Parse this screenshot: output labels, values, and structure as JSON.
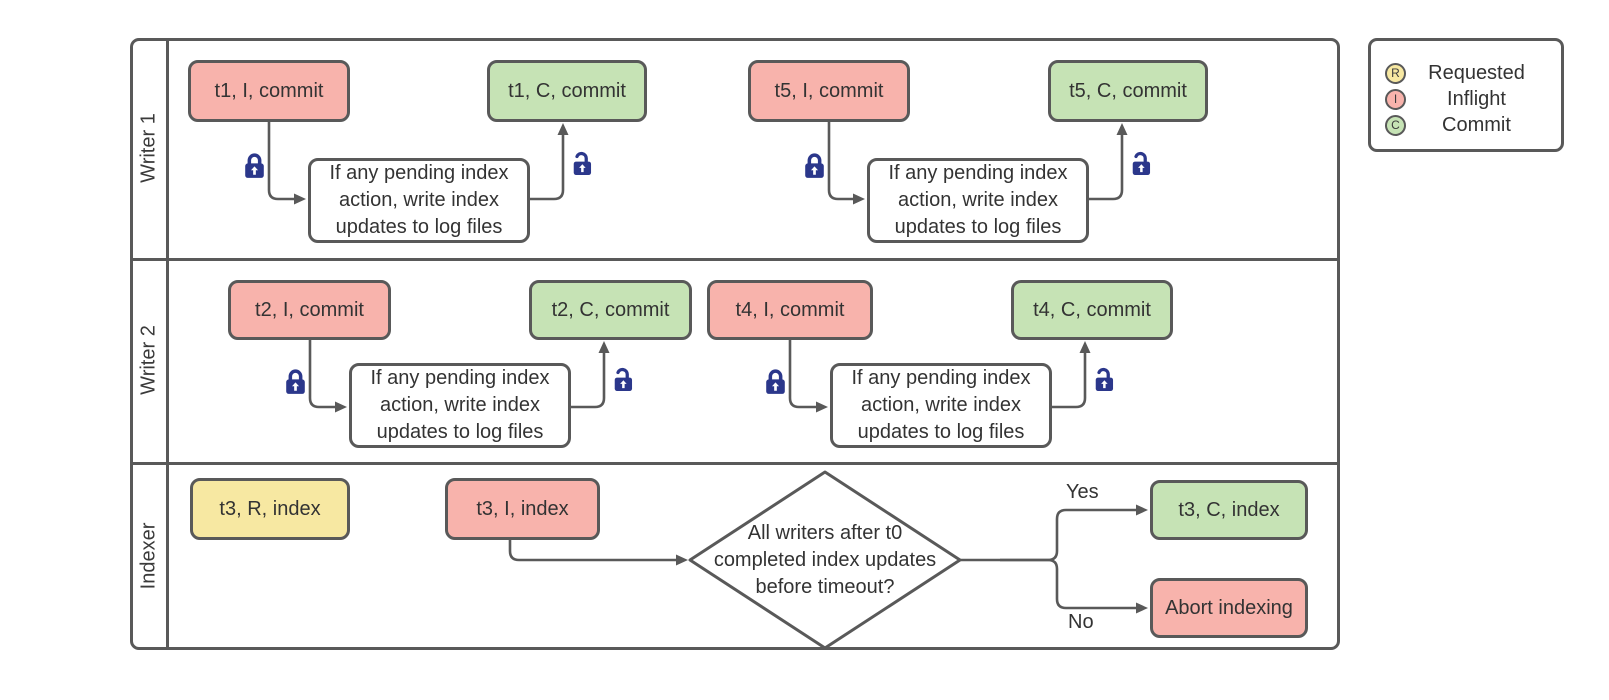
{
  "colors": {
    "requested_fill": "#F7E8A2",
    "inflight_fill": "#F8B3AC",
    "commit_fill": "#C6E3B5",
    "process_fill": "#FFFFFF",
    "stroke": "#595959",
    "text": "#333333",
    "lock_icon": "#2B378B"
  },
  "lanes": {
    "writer1": {
      "label": "Writer 1"
    },
    "writer2": {
      "label": "Writer 2"
    },
    "indexer": {
      "label": "Indexer"
    }
  },
  "nodes": {
    "t1_inflight": {
      "label": "t1, I, commit"
    },
    "t1_commit": {
      "label": "t1, C, commit"
    },
    "writer1_process_a": {
      "label": "If any pending index action, write index updates to log files"
    },
    "t5_inflight": {
      "label": "t5, I, commit"
    },
    "t5_commit": {
      "label": "t5, C, commit"
    },
    "writer1_process_b": {
      "label": "If any pending index action, write index updates to log files"
    },
    "t2_inflight": {
      "label": "t2, I, commit"
    },
    "t2_commit": {
      "label": "t2, C, commit"
    },
    "writer2_process_a": {
      "label": "If any pending index action, write index updates to log files"
    },
    "t4_inflight": {
      "label": "t4, I, commit"
    },
    "t4_commit": {
      "label": "t4, C, commit"
    },
    "writer2_process_b": {
      "label": "If any pending index action, write index updates to log files"
    },
    "t3_requested": {
      "label": "t3, R, index"
    },
    "t3_inflight": {
      "label": "t3, I, index"
    },
    "decision": {
      "label": "All writers after t0 completed index updates before timeout?"
    },
    "t3_commit": {
      "label": "t3, C, index"
    },
    "abort": {
      "label": "Abort indexing"
    }
  },
  "edges": {
    "yes_label": "Yes",
    "no_label": "No"
  },
  "legend": {
    "items": [
      {
        "letter": "R",
        "label": "Requested",
        "color": "#F7E8A2"
      },
      {
        "letter": "I",
        "label": "Inflight",
        "color": "#F8B3AC"
      },
      {
        "letter": "C",
        "label": "Commit",
        "color": "#C6E3B5"
      }
    ]
  }
}
